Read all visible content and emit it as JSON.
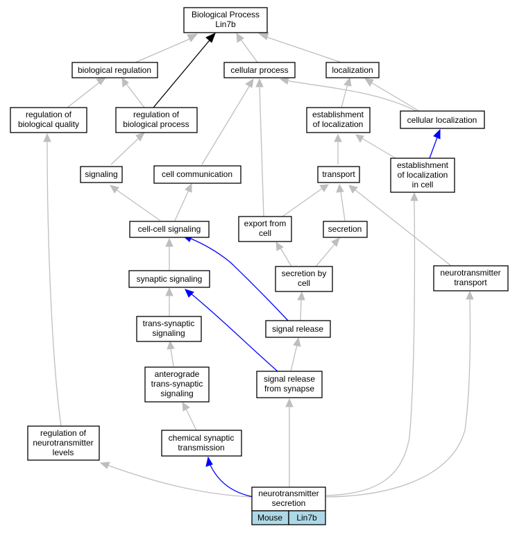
{
  "nodes": {
    "root": [
      "Biological Process",
      "Lin7b"
    ],
    "biological_regulation": [
      "biological regulation"
    ],
    "cellular_process": [
      "cellular process"
    ],
    "localization": [
      "localization"
    ],
    "regulation_of_biological_quality": [
      "regulation of",
      "biological quality"
    ],
    "regulation_of_biological_process": [
      "regulation of",
      "biological process"
    ],
    "establishment_of_localization": [
      "establishment",
      "of localization"
    ],
    "cellular_localization": [
      "cellular localization"
    ],
    "signaling": [
      "signaling"
    ],
    "cell_communication": [
      "cell communication"
    ],
    "transport": [
      "transport"
    ],
    "establishment_of_localization_in_cell": [
      "establishment",
      "of localization",
      "in cell"
    ],
    "cell_cell_signaling": [
      "cell-cell signaling"
    ],
    "export_from_cell": [
      "export from",
      "cell"
    ],
    "secretion": [
      "secretion"
    ],
    "synaptic_signaling": [
      "synaptic signaling"
    ],
    "secretion_by_cell": [
      "secretion by",
      "cell"
    ],
    "neurotransmitter_transport": [
      "neurotransmitter",
      "transport"
    ],
    "trans_synaptic_signaling": [
      "trans-synaptic",
      "signaling"
    ],
    "signal_release": [
      "signal release"
    ],
    "anterograde_trans_synaptic_signaling": [
      "anterograde",
      "trans-synaptic",
      "signaling"
    ],
    "signal_release_from_synapse": [
      "signal release",
      "from synapse"
    ],
    "regulation_of_neurotransmitter_levels": [
      "regulation of",
      "neurotransmitter",
      "levels"
    ],
    "chemical_synaptic_transmission": [
      "chemical synaptic",
      "transmission"
    ],
    "neurotransmitter_secretion": [
      "neurotransmitter",
      "secretion"
    ]
  },
  "annotation": {
    "species": "Mouse",
    "gene": "Lin7b",
    "fill_color": "#add8e6"
  },
  "colors": {
    "gray_edge": "#bebebe",
    "blue_edge": "#0000ff",
    "black_edge": "#000000"
  }
}
